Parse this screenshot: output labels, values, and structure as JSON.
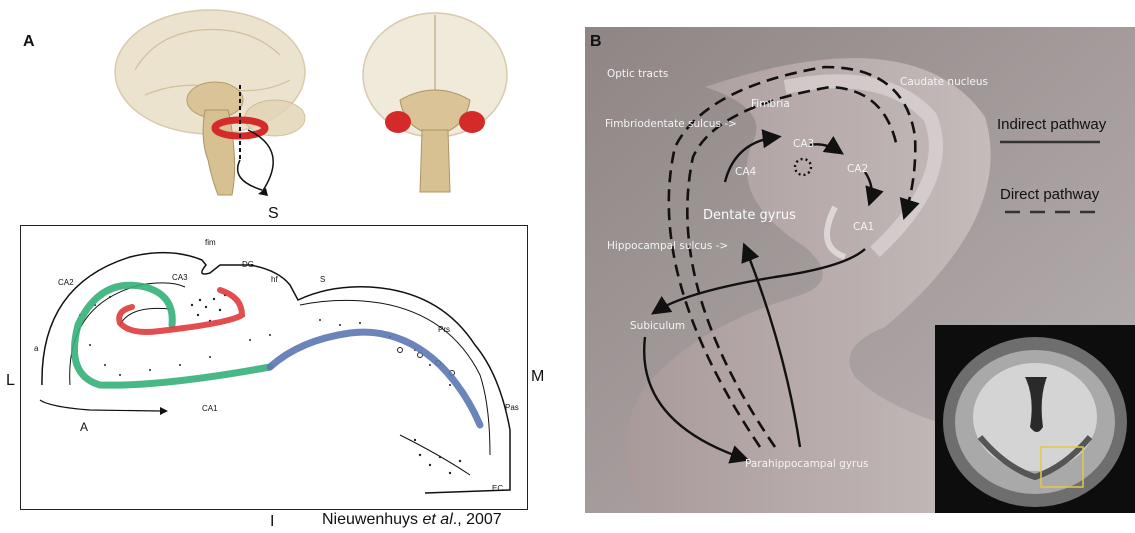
{
  "panel_a": {
    "letter": "A",
    "orientation": {
      "top": "S",
      "left": "L",
      "right": "M",
      "bottom": "I"
    },
    "diagram_labels": {
      "fim": "fim",
      "ca3": "CA3",
      "dg": "DG",
      "hf": "hf",
      "s": "S",
      "ca2": "CA2",
      "a_small": "a",
      "prs": "Prs",
      "pas": "Pas",
      "ca1": "CA1",
      "a_arrow": "A",
      "ec": "EC"
    },
    "citation": {
      "author": "Nieuwenhuys ",
      "etal": "et al",
      "year": "., 2007"
    }
  },
  "panel_b": {
    "letter": "B",
    "labels": {
      "optic_tracts": "Optic tracts",
      "caudate_nucleus": "Caudate nucleus",
      "fimbria": "Fimbria",
      "fimbriodentate_sulcus": "Fimbriodentate sulcus ->",
      "ca3": "CA3",
      "ca4": "CA4",
      "ca2": "CA2",
      "dentate_gyrus": "Dentate gyrus",
      "ca1": "CA1",
      "hippocampal_sulcus": "Hippocampal sulcus ->",
      "subiculum": "Subiculum",
      "parahippocampal_gyrus": "Parahippocampal gyrus"
    },
    "legend": {
      "indirect": "Indirect pathway",
      "direct": "Direct pathway"
    }
  },
  "colors": {
    "dentate_red": "#e03a3a",
    "ca_green": "#35b07a",
    "subiculum_blue": "#5b78b4",
    "hippocampus_red": "#d92b2b",
    "brain_tan": "#d8c7a2",
    "slice_gray": "#9e9090"
  }
}
